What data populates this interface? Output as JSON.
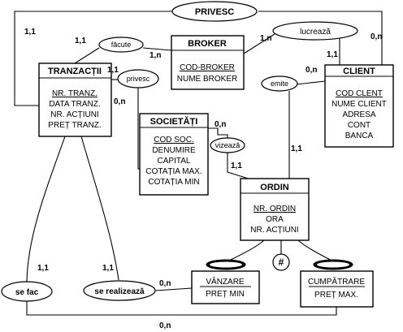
{
  "entities": {
    "tranzactii": {
      "title": "TRANZACȚII",
      "attrs": [
        "NR. TRANZ.",
        "DATA TRANZ.",
        "NR. ACȚIUNI",
        "PREȚ TRANZ."
      ]
    },
    "broker": {
      "title": "BROKER",
      "attrs": [
        "COD-BROKER",
        "NUME BROKER"
      ]
    },
    "client": {
      "title": "CLIENT",
      "attrs": [
        "COD CLENT",
        "NUME CLIENT",
        "ADRESA",
        "CONT",
        "BANCA"
      ]
    },
    "societati": {
      "title": "SOCIETĂȚI",
      "attrs": [
        "COD SOC.",
        "DENUMIRE",
        "CAPITAL",
        "COTAȚIA MAX.",
        "COTAȚIA MIN"
      ]
    },
    "ordin": {
      "title": "ORDIN",
      "attrs": [
        "NR. ORDIN",
        "ORA",
        "NR. ACȚIUNI"
      ]
    },
    "vanzare": {
      "title": "VÂNZARE",
      "attrs": [
        "PREȚ MIN"
      ]
    },
    "cumparare": {
      "title": "CUMPĂTRARE",
      "attrs": [
        "PREȚ MAX."
      ]
    }
  },
  "relationships": {
    "privesc_top": "PRIVESC",
    "facute": "făcute",
    "lucreaza": "lucrează",
    "privesc": "privesc",
    "emite": "emite",
    "vizeaza": "vizează",
    "se_fac": "se fac",
    "se_realizeaza": "se realizează",
    "exclusive": "#"
  },
  "cardinalities": {
    "privesc_top_left": "1,1",
    "privesc_top_right": "0,n",
    "facute_left": "1,1",
    "facute_right": "1,n",
    "lucreaza_left": "1,n",
    "lucreaza_right": "1,1",
    "privesc_left": "1,1",
    "privesc_right": "0,n",
    "soc_vizeaza": "0,n",
    "ordin_vizeaza": "1,1",
    "client_emite": "0,n",
    "ordin_emite": "1,1",
    "tranz_sefac": "1,1",
    "tranz_serealizeaza": "1,1",
    "vanzare_serealizeaza": "0,n",
    "bottom": "0,n"
  }
}
